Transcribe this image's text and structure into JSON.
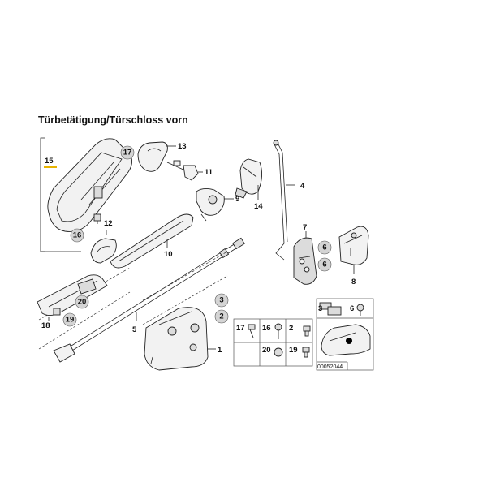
{
  "title": "Türbetätigung/Türschloss vorn",
  "highlight_color": "#e8b400",
  "callouts": {
    "c1": "1",
    "c2": "2",
    "c3": "3",
    "c4": "4",
    "c5": "5",
    "c6a": "6",
    "c6b": "6",
    "c7": "7",
    "c8": "8",
    "c9": "9",
    "c10": "10",
    "c11": "11",
    "c12": "12",
    "c13": "13",
    "c14": "14",
    "c15": "15",
    "c16": "16",
    "c17": "17",
    "c18": "18",
    "c19": "19",
    "c20": "20"
  },
  "legend": {
    "r1_17": "17",
    "r1_16": "16",
    "r1_2": "2",
    "r2_20": "20",
    "r2_19": "19",
    "top_3": "3",
    "top_6": "6"
  },
  "diagram_id": "00052044"
}
